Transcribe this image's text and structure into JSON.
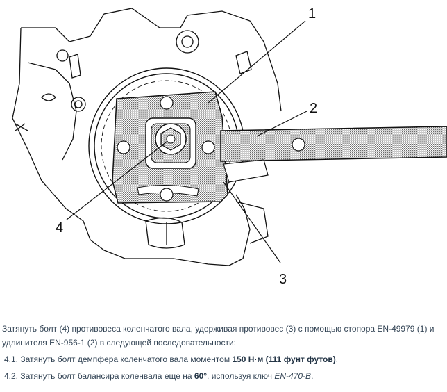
{
  "figure": {
    "callouts": [
      "1",
      "2",
      "3",
      "4"
    ]
  },
  "instructions": {
    "intro": "Затянуть болт (4) противовеса коленчатого вала, удерживая противовес (3) с помощью стопора EN-49979 (1) и удлинителя EN-956-1 (2) в следующей последовательности:",
    "steps": [
      {
        "num": "4.1.",
        "pre": "Затянуть болт демпфера коленчатого вала моментом",
        "bold": "150 Н·м (111 фунт футов)",
        "post": "."
      },
      {
        "num": "4.2.",
        "pre": "Затянуть болт балансира коленвала еще на",
        "bold": "60°",
        "mid": ", используя ключ",
        "italic": "EN-470-B",
        "post": "."
      }
    ]
  }
}
